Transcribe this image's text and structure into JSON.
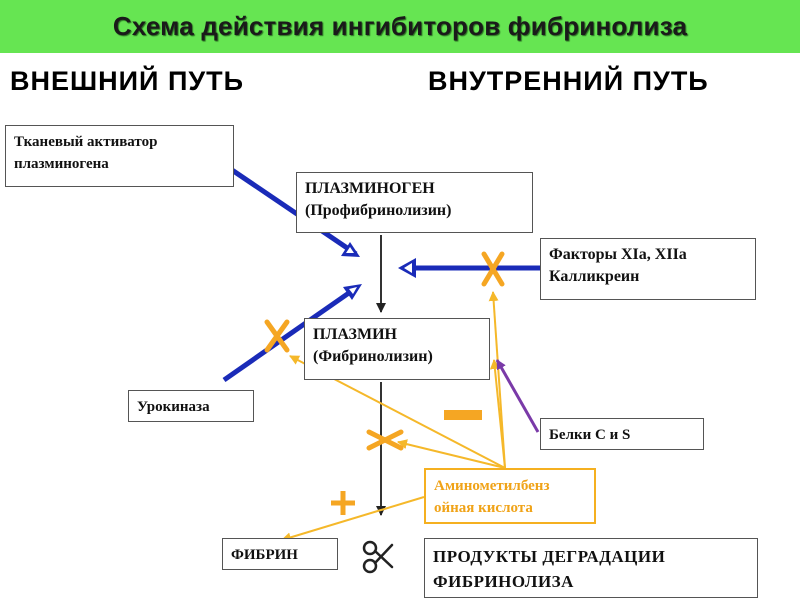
{
  "title": "Схема действия ингибиторов фибринолиза",
  "headings": {
    "external": "ВНЕШНИЙ ПУТЬ",
    "internal": "ВНУТРЕННИЙ ПУТЬ"
  },
  "nodes": {
    "tissue_activator": [
      "Тканевый активатор",
      "плазминогена"
    ],
    "plasminogen": [
      "ПЛАЗМИНОГЕН",
      "(Профибринолизин)"
    ],
    "factors": [
      "Факторы XIa, XIIa",
      "Калликреин"
    ],
    "plasmin": [
      "ПЛАЗМИН",
      "(Фибринолизин)"
    ],
    "urokinase": "Урокиназа",
    "proteins": "Белки C и S",
    "acid": [
      "Аминометилбенз",
      "ойная кислота"
    ],
    "fibrin": "ФИБРИН",
    "products": [
      "ПРОДУКТЫ ДЕГРАДАЦИИ",
      "ФИБРИНОЛИЗА"
    ]
  },
  "colors": {
    "title_bg": "#66e552",
    "activation_arrow": "#1a2bb8",
    "inhibitor_line": "#f5b82a",
    "block_mark": "#f5a623",
    "protein_arrow": "#7a3aa8"
  },
  "icons": {
    "block": "cross-block-icon",
    "plus": "plus-icon",
    "minus": "minus-icon",
    "scissors": "scissors-icon"
  }
}
